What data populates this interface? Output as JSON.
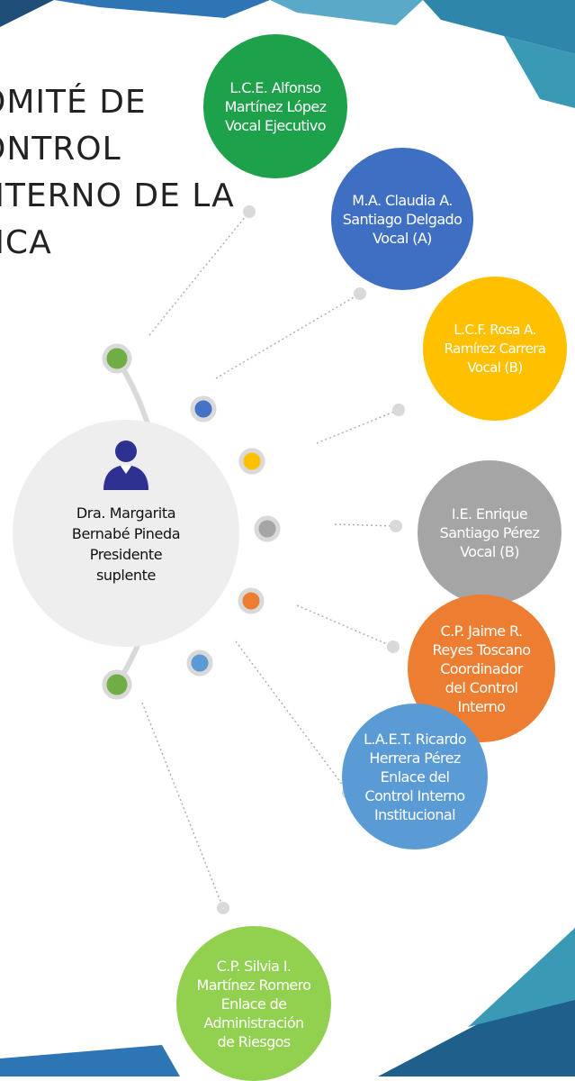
{
  "title": {
    "lines": [
      "OMITÉ DE",
      "ONTROL",
      "NTERNO DE LA",
      "NCA"
    ]
  },
  "president": {
    "lines": [
      "Dra. Margarita",
      "Bernabé Pineda",
      "Presidente",
      "suplente"
    ],
    "icon": "person-icon"
  },
  "members": [
    {
      "lines": [
        "L.C.E. Alfonso",
        "Martínez López",
        "Vocal Ejecutivo"
      ],
      "color": "#1ea14b"
    },
    {
      "lines": [
        "M.A. Claudia A.",
        "Santiago Delgado",
        "Vocal (A)"
      ],
      "color": "#3f6fc2"
    },
    {
      "lines": [
        "L.C.F. Rosa A.",
        "Ramírez Carrera",
        "Vocal (B)"
      ],
      "color": "#ffc000"
    },
    {
      "lines": [
        "I.E. Enrique",
        "Santiago Pérez",
        "Vocal (B)"
      ],
      "color": "#a5a5a5"
    },
    {
      "lines": [
        "C.P. Jaime R.",
        "Reyes Toscano",
        "Coordinador",
        "del Control",
        "Interno"
      ],
      "color": "#ed7d31"
    },
    {
      "lines": [
        "L.A.E.T. Ricardo",
        "Herrera Pérez",
        "Enlace del",
        "Control Interno",
        "Institucional"
      ],
      "color": "#5b9bd5"
    },
    {
      "lines": [
        "C.P. Silvia I.",
        "Martínez Romero",
        "Enlace de",
        "Administración",
        "de Riesgos"
      ],
      "color": "#92d050"
    }
  ],
  "arc_dot_colors": [
    "#70ad47",
    "#4472c4",
    "#ffc000",
    "#a5a5a5",
    "#ed7d31",
    "#5b9bd5",
    "#70ad47"
  ]
}
